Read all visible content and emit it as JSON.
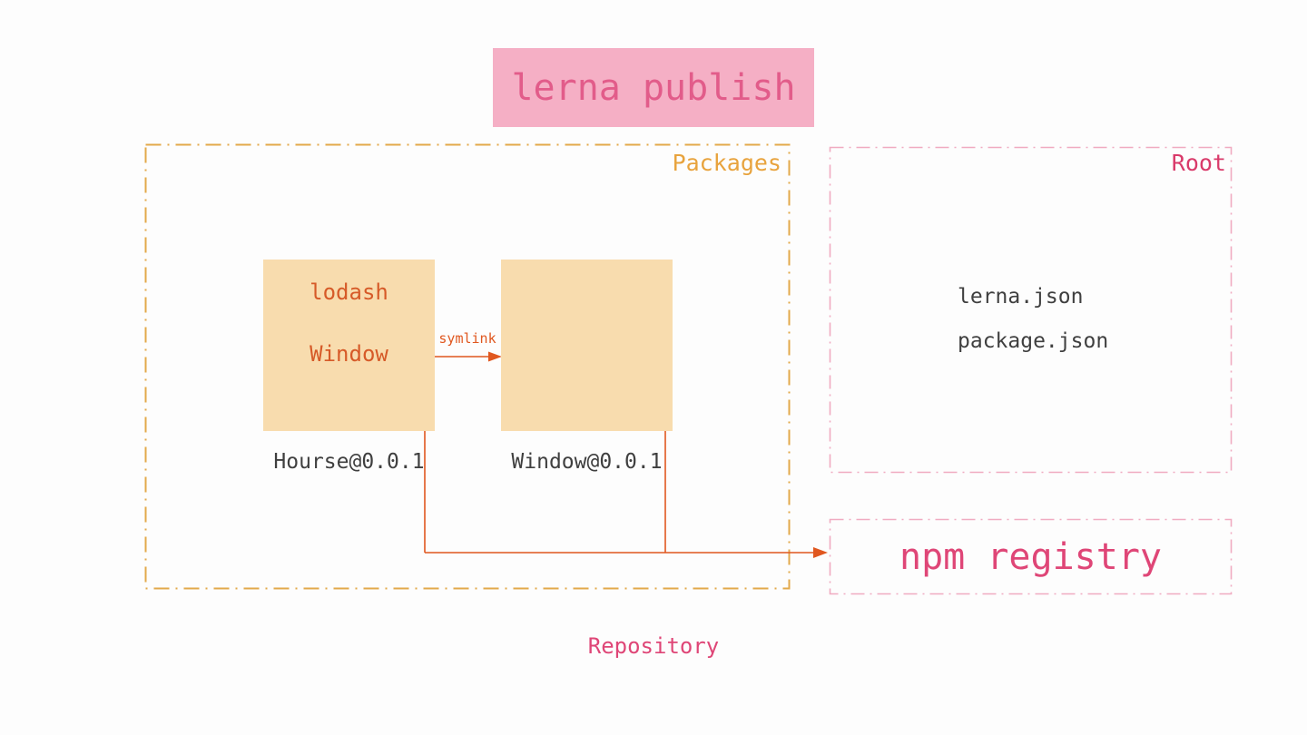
{
  "title": "lerna publish",
  "packages": {
    "label": "Packages",
    "symlink_label": "symlink",
    "hourse": {
      "dependencies": [
        "lodash",
        "Window"
      ],
      "caption": "Hourse@0.0.1"
    },
    "window": {
      "caption": "Window@0.0.1"
    }
  },
  "root": {
    "label": "Root",
    "files": [
      "lerna.json",
      "package.json"
    ]
  },
  "npm_registry": {
    "label": "npm registry"
  },
  "repository_label": "Repository",
  "colors": {
    "page-bg": "#fdfdfd",
    "title-bg": "#f5afc5",
    "title-text": "#e25c8a",
    "pink-accent": "#df4677",
    "pink-strong": "#d93a6a",
    "pink-border": "#f0abc1",
    "gold-border": "#e2a94a",
    "gold-label": "#e8a33d",
    "tan-box": "#f8dcae",
    "orange-text": "#d65a28",
    "orange-line": "#e0571f",
    "dark-text": "#3f3f3f"
  }
}
